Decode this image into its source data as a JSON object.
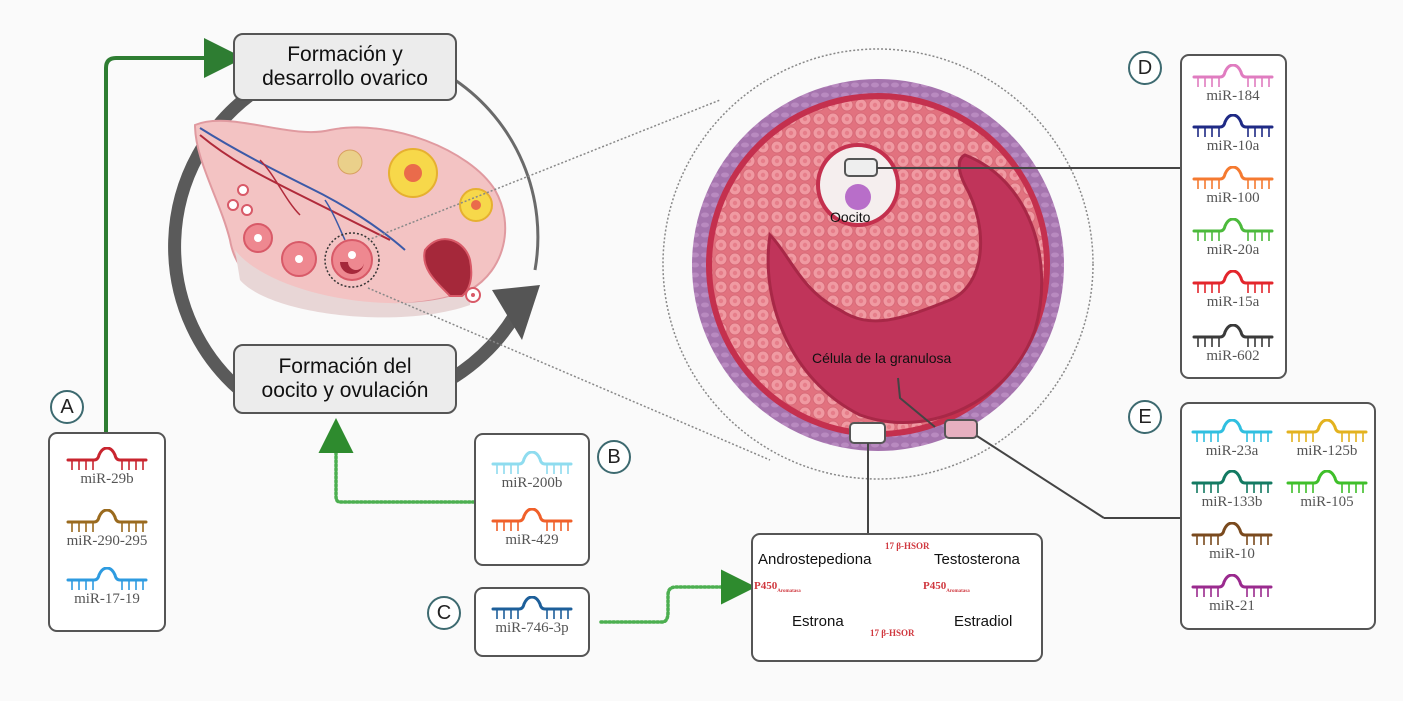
{
  "stages": {
    "top": "Formación y desarrollo ovarico",
    "top_lines": [
      "Formación y",
      "desarrollo ovarico"
    ],
    "bottom_lines": [
      "Formación del",
      "oocito y ovulación"
    ]
  },
  "labels": {
    "oocyte": "Oocito",
    "granulosa": "Célula de la granulosa"
  },
  "groups": {
    "A": {
      "badge": "A",
      "items": [
        {
          "name": "miR-29b",
          "color": "#c9252f"
        },
        {
          "name": "miR-290-295",
          "color": "#9a6a1e"
        },
        {
          "name": "miR-17-19",
          "color": "#2e9be0"
        }
      ]
    },
    "B": {
      "badge": "B",
      "items": [
        {
          "name": "miR-200b",
          "color": "#8fdcef"
        },
        {
          "name": "miR-429",
          "color": "#f0602a"
        }
      ]
    },
    "C": {
      "badge": "C",
      "items": [
        {
          "name": "miR-746-3p",
          "color": "#1d5f9a"
        }
      ]
    },
    "D": {
      "badge": "D",
      "items": [
        {
          "name": "miR-184",
          "color": "#e07cc0"
        },
        {
          "name": "miR-10a",
          "color": "#1f2a85"
        },
        {
          "name": "miR-100",
          "color": "#f57a30"
        },
        {
          "name": "miR-20a",
          "color": "#4cba3c"
        },
        {
          "name": "miR-15a",
          "color": "#e3262c"
        },
        {
          "name": "miR-602",
          "color": "#3a3a3a"
        }
      ]
    },
    "E": {
      "badge": "E",
      "items": [
        {
          "name": "miR-23a",
          "color": "#30bfe0"
        },
        {
          "name": "miR-125b",
          "color": "#e3b21f"
        },
        {
          "name": "miR-133b",
          "color": "#137a62"
        },
        {
          "name": "miR-105",
          "color": "#3fbf2a"
        },
        {
          "name": "miR-10",
          "color": "#7a4a1e"
        },
        {
          "name": "miR-21",
          "color": "#9a2a8e"
        }
      ]
    }
  },
  "pathway": {
    "androstenedione": "Androstepediona",
    "testosterone": "Testosterona",
    "estrone": "Estrona",
    "estradiol": "Estradiol",
    "enzyme_top": "17 β-HSOR",
    "enzyme_bottom": "17 β-HSOR",
    "aromatase": "P450",
    "aromatase_sub": "Aromatasa"
  },
  "colors": {
    "arrow_green": "#2e7d32",
    "dotted_green": "#4caf50",
    "badge_ring": "#3d6a70",
    "cycle_gray": "#5a5a5a",
    "enzyme_red": "#d0383f"
  }
}
